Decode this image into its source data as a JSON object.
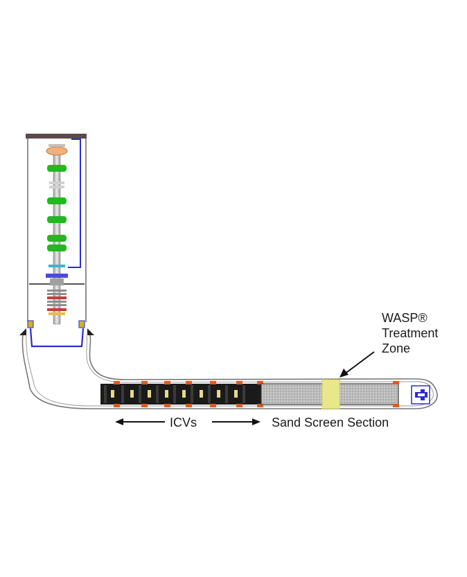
{
  "labels": {
    "wasp_line1": "WASP®",
    "wasp_line2": "Treatment",
    "wasp_line3": "Zone",
    "icvs": "ICVs",
    "sand_screen": "Sand Screen Section"
  },
  "colors": {
    "packer_green": "#22b822",
    "control_line_blue": "#2b2bd6",
    "treatment_zone_yellow": "#e8e88a",
    "icv_black": "#1a1a1a",
    "icv_orange": "#e05a1e",
    "screen_gray": "#b8b8b8"
  }
}
